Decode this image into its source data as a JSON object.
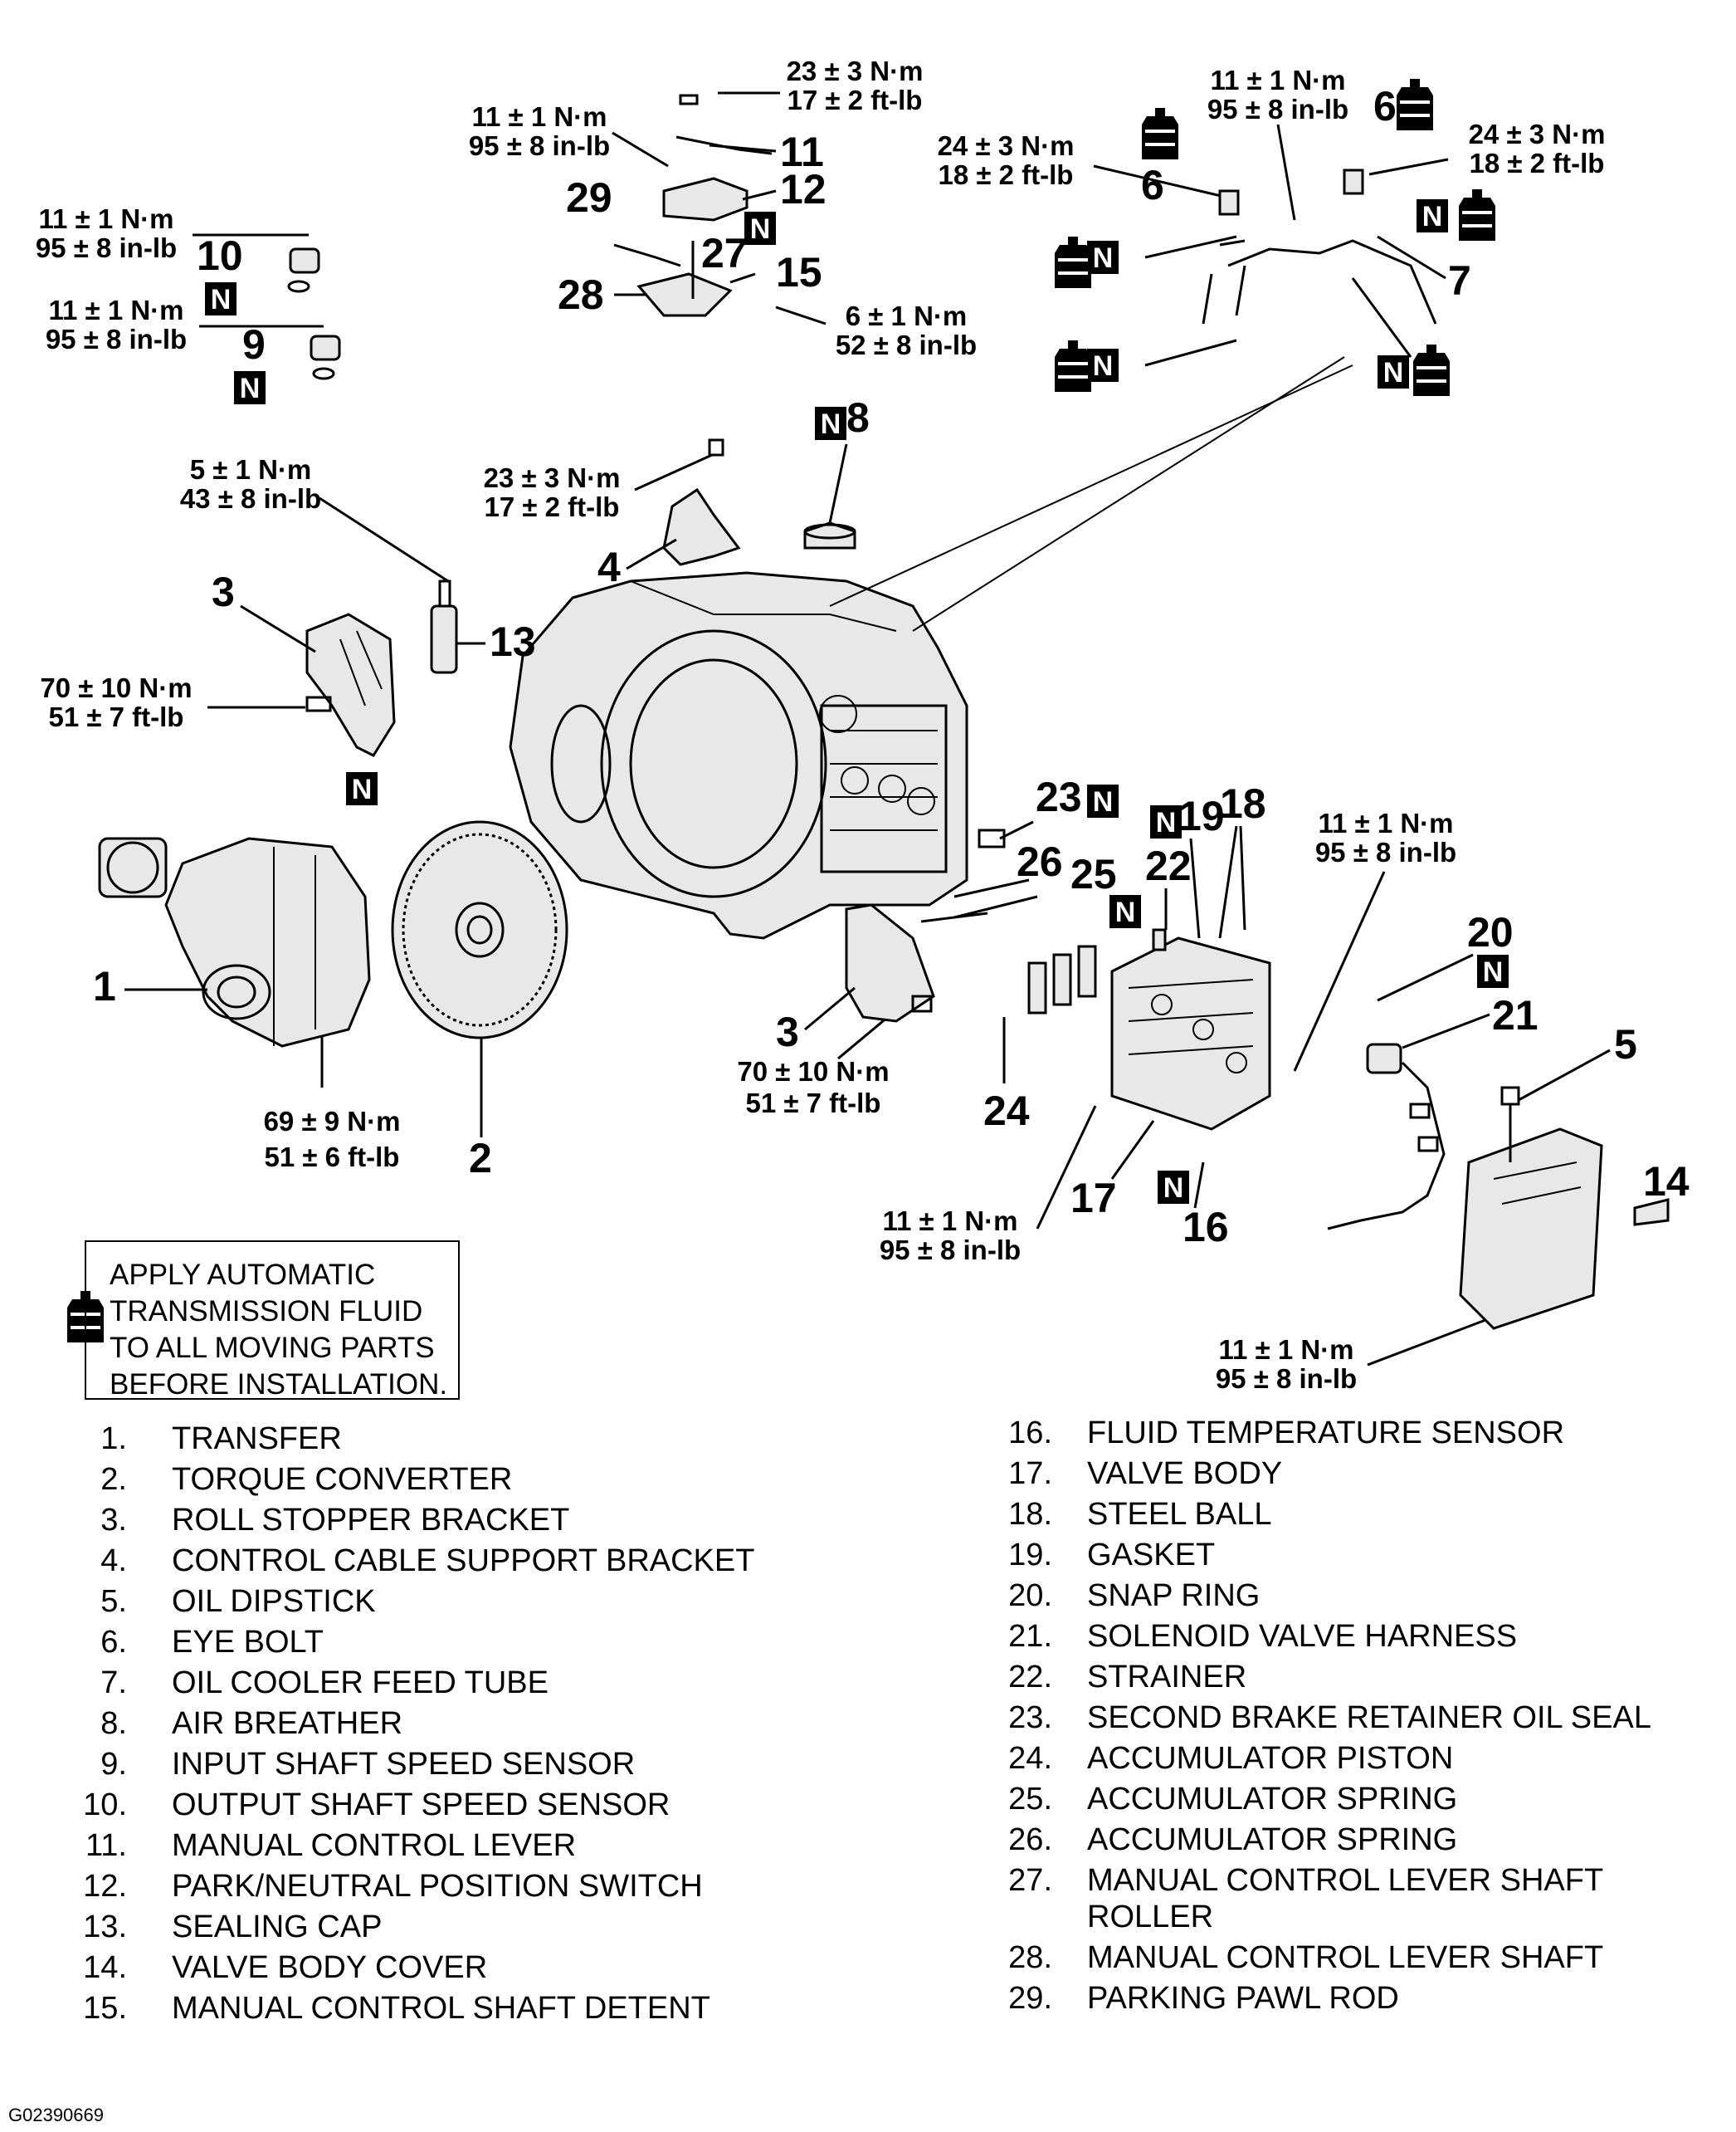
{
  "seal_label": "N",
  "torques": [
    {
      "id": "t-top-a",
      "nm": "23 ± 3 N·m",
      "imp": "17 ± 2 ft-lb"
    },
    {
      "id": "t-top-b",
      "nm": "11 ± 1 N·m",
      "imp": "95 ± 8 in-lb"
    },
    {
      "id": "t-top-c",
      "nm": "11 ± 1 N·m",
      "imp": "95 ± 8 in-lb"
    },
    {
      "id": "t-top-d",
      "nm": "24 ± 3 N·m",
      "imp": "18 ± 2 ft-lb"
    },
    {
      "id": "t-top-e",
      "nm": "24 ± 3 N·m",
      "imp": "18 ± 2 ft-lb"
    },
    {
      "id": "t-left-a",
      "nm": "11 ± 1 N·m",
      "imp": "95 ± 8 in-lb"
    },
    {
      "id": "t-left-b",
      "nm": "11 ± 1 N·m",
      "imp": "95 ± 8 in-lb"
    },
    {
      "id": "t-mid-a",
      "nm": "6 ± 1 N·m",
      "imp": "52 ± 8 in-lb"
    },
    {
      "id": "t-mid-b",
      "nm": "5 ± 1 N·m",
      "imp": "43 ± 8 in-lb"
    },
    {
      "id": "t-mid-c",
      "nm": "23 ± 3 N·m",
      "imp": "17 ± 2 ft-lb"
    },
    {
      "id": "t-mid-d",
      "nm": "70 ± 10 N·m",
      "imp": "51 ± 7 ft-lb"
    },
    {
      "id": "t-low-a",
      "nm": "69 ± 9 N·m",
      "imp": "51 ± 6 ft-lb"
    },
    {
      "id": "t-low-b",
      "nm": "70 ± 10 N·m",
      "imp": "51 ± 7 ft-lb"
    },
    {
      "id": "t-low-c",
      "nm": "11 ± 1 N·m",
      "imp": "95 ± 8 in-lb"
    },
    {
      "id": "t-low-d",
      "nm": "11 ± 1 N·m",
      "imp": "95 ± 8 in-lb"
    },
    {
      "id": "t-low-e",
      "nm": "11 ± 1 N·m",
      "imp": "95 ± 8 in-lb"
    }
  ],
  "callouts": [
    "1",
    "2",
    "3",
    "3",
    "4",
    "5",
    "6",
    "6",
    "7",
    "8",
    "9",
    "10",
    "11",
    "12",
    "13",
    "14",
    "15",
    "16",
    "17",
    "18",
    "19",
    "20",
    "21",
    "22",
    "23",
    "24",
    "25",
    "26",
    "27",
    "28",
    "29"
  ],
  "note": {
    "lines": [
      "APPLY AUTOMATIC",
      "TRANSMISSION FLUID",
      "TO ALL MOVING PARTS",
      "BEFORE INSTALLATION."
    ]
  },
  "legend_left": [
    {
      "num": "1.",
      "name": "TRANSFER"
    },
    {
      "num": "2.",
      "name": "TORQUE CONVERTER"
    },
    {
      "num": "3.",
      "name": "ROLL STOPPER BRACKET"
    },
    {
      "num": "4.",
      "name": "CONTROL CABLE SUPPORT BRACKET"
    },
    {
      "num": "5.",
      "name": "OIL DIPSTICK"
    },
    {
      "num": "6.",
      "name": "EYE BOLT"
    },
    {
      "num": "7.",
      "name": "OIL COOLER FEED TUBE"
    },
    {
      "num": "8.",
      "name": "AIR BREATHER"
    },
    {
      "num": "9.",
      "name": "INPUT SHAFT SPEED SENSOR"
    },
    {
      "num": "10.",
      "name": "OUTPUT SHAFT SPEED SENSOR"
    },
    {
      "num": "11.",
      "name": "MANUAL CONTROL LEVER"
    },
    {
      "num": "12.",
      "name": "PARK/NEUTRAL POSITION SWITCH"
    },
    {
      "num": "13.",
      "name": "SEALING CAP"
    },
    {
      "num": "14.",
      "name": "VALVE BODY COVER"
    },
    {
      "num": "15.",
      "name": "MANUAL CONTROL SHAFT DETENT"
    }
  ],
  "legend_right": [
    {
      "num": "16.",
      "name": "FLUID TEMPERATURE SENSOR"
    },
    {
      "num": "17.",
      "name": "VALVE BODY"
    },
    {
      "num": "18.",
      "name": "STEEL BALL"
    },
    {
      "num": "19.",
      "name": "GASKET"
    },
    {
      "num": "20.",
      "name": "SNAP RING"
    },
    {
      "num": "21.",
      "name": "SOLENOID VALVE HARNESS"
    },
    {
      "num": "22.",
      "name": "STRAINER"
    },
    {
      "num": "23.",
      "name": "SECOND BRAKE RETAINER OIL SEAL"
    },
    {
      "num": "24.",
      "name": "ACCUMULATOR PISTON"
    },
    {
      "num": "25.",
      "name": "ACCUMULATOR SPRING"
    },
    {
      "num": "26.",
      "name": "ACCUMULATOR SPRING"
    },
    {
      "num": "27.",
      "name": "MANUAL CONTROL LEVER SHAFT",
      "name2": "ROLLER"
    },
    {
      "num": "28.",
      "name": "MANUAL CONTROL LEVER SHAFT"
    },
    {
      "num": "29.",
      "name": "PARKING PAWL ROD"
    }
  ],
  "figure_id": "G02390669"
}
